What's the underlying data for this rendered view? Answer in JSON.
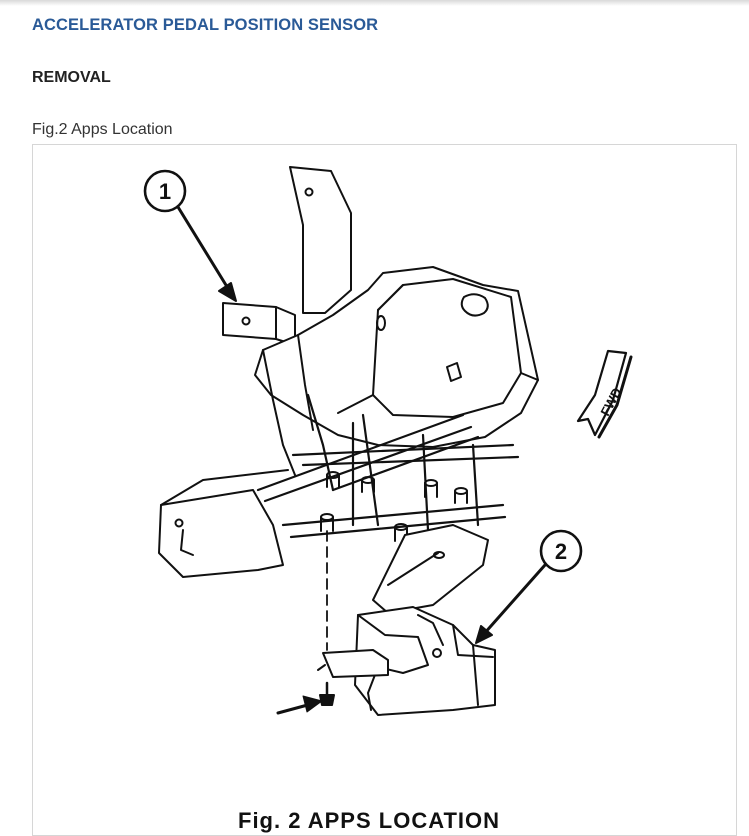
{
  "header": {
    "title": "ACCELERATOR PEDAL POSITION SENSOR",
    "section": "REMOVAL"
  },
  "figure": {
    "caption": "Fig.2 Apps Location",
    "callouts": [
      "1",
      "2"
    ],
    "fwd_label": "FWD",
    "diagram_label": "Fig. 2 APPS LOCATION"
  },
  "colors": {
    "title": "#2a5a97",
    "line": "#111111"
  }
}
